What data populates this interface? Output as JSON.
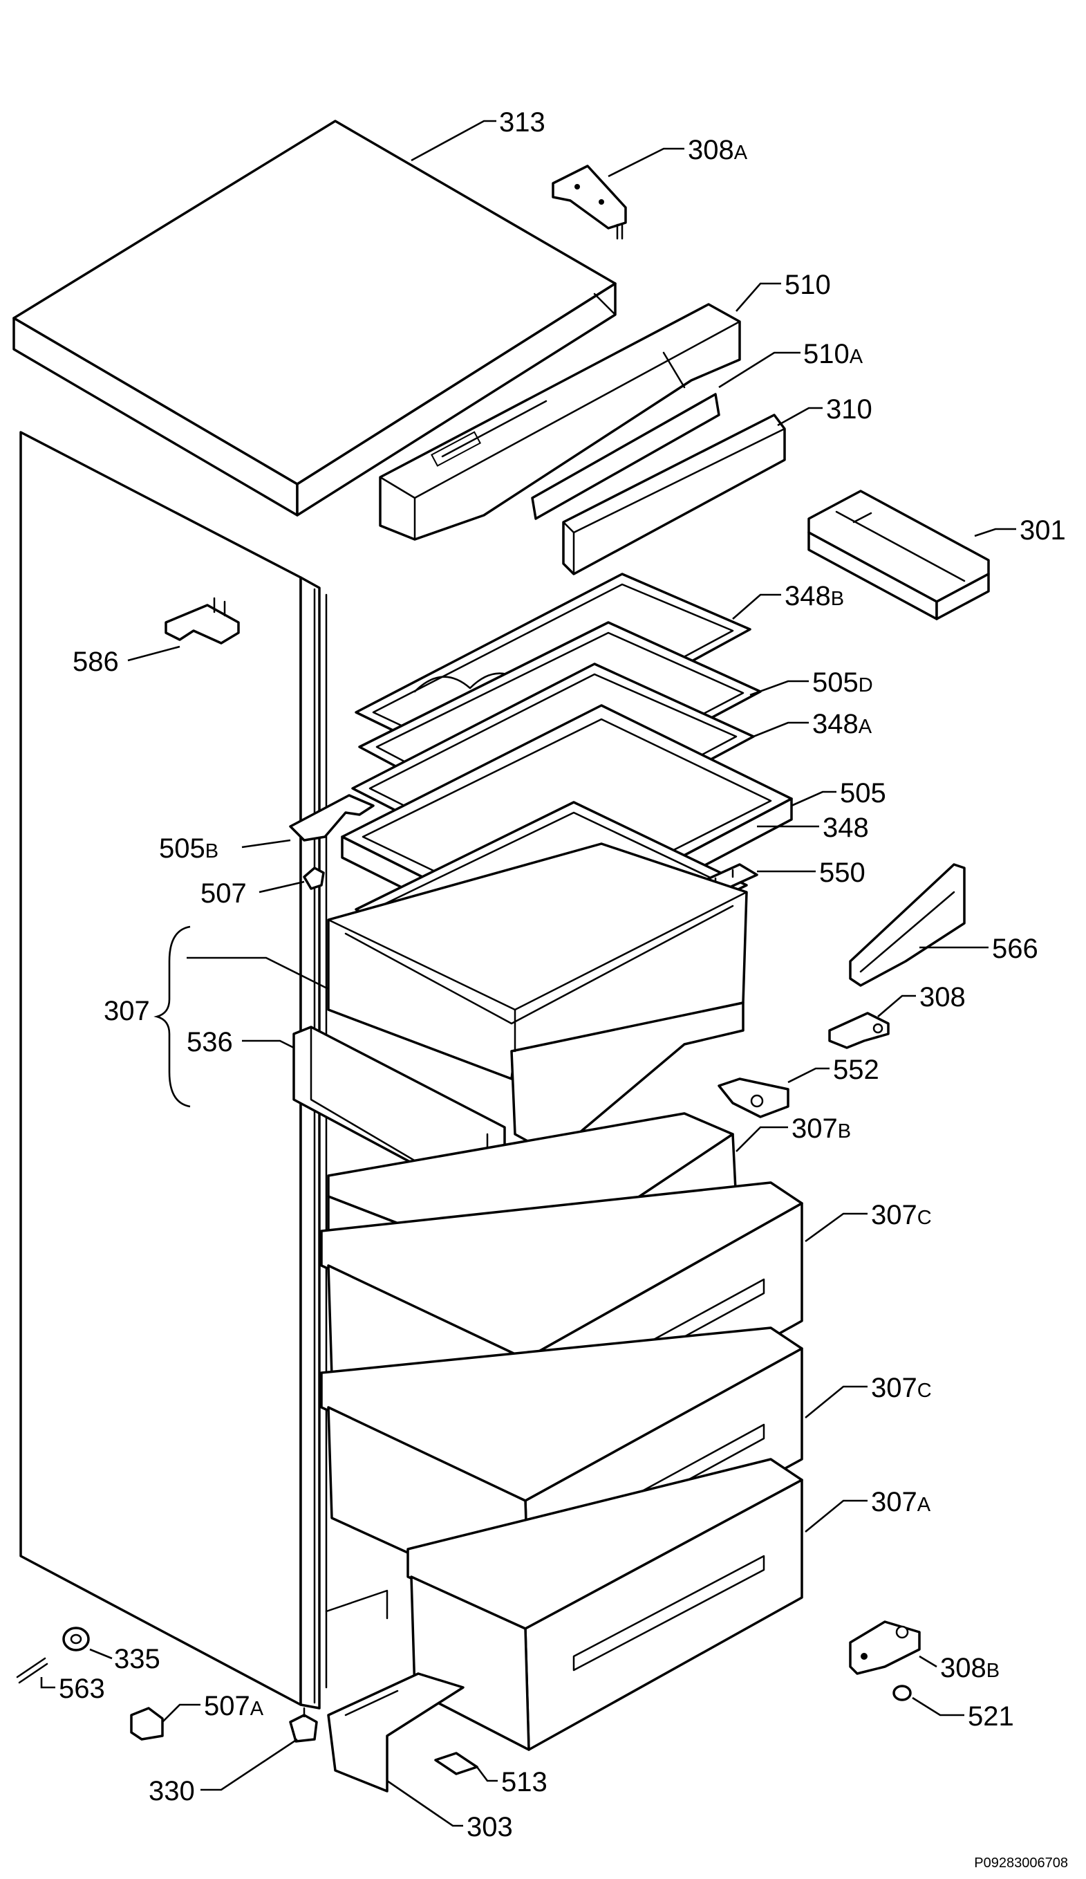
{
  "document_code": "P09283006708",
  "labels": {
    "313": {
      "num": "313",
      "suf": ""
    },
    "308A": {
      "num": "308",
      "suf": "A"
    },
    "510": {
      "num": "510",
      "suf": ""
    },
    "510A": {
      "num": "510",
      "suf": "A"
    },
    "310": {
      "num": "310",
      "suf": ""
    },
    "301": {
      "num": "301",
      "suf": ""
    },
    "348B": {
      "num": "348",
      "suf": "B"
    },
    "586": {
      "num": "586",
      "suf": ""
    },
    "505D": {
      "num": "505",
      "suf": "D"
    },
    "348A": {
      "num": "348",
      "suf": "A"
    },
    "505": {
      "num": "505",
      "suf": ""
    },
    "348": {
      "num": "348",
      "suf": ""
    },
    "505B": {
      "num": "505",
      "suf": "B"
    },
    "550": {
      "num": "550",
      "suf": ""
    },
    "507": {
      "num": "507",
      "suf": ""
    },
    "566": {
      "num": "566",
      "suf": ""
    },
    "307": {
      "num": "307",
      "suf": ""
    },
    "308": {
      "num": "308",
      "suf": ""
    },
    "536": {
      "num": "536",
      "suf": ""
    },
    "552": {
      "num": "552",
      "suf": ""
    },
    "307B": {
      "num": "307",
      "suf": "B"
    },
    "307C_1": {
      "num": "307",
      "suf": "C"
    },
    "307C_2": {
      "num": "307",
      "suf": "C"
    },
    "307A": {
      "num": "307",
      "suf": "A"
    },
    "335": {
      "num": "335",
      "suf": ""
    },
    "308B": {
      "num": "308",
      "suf": "B"
    },
    "563": {
      "num": "563",
      "suf": ""
    },
    "507A": {
      "num": "507",
      "suf": "A"
    },
    "521": {
      "num": "521",
      "suf": ""
    },
    "330": {
      "num": "330",
      "suf": ""
    },
    "513": {
      "num": "513",
      "suf": ""
    },
    "303": {
      "num": "303",
      "suf": ""
    }
  }
}
